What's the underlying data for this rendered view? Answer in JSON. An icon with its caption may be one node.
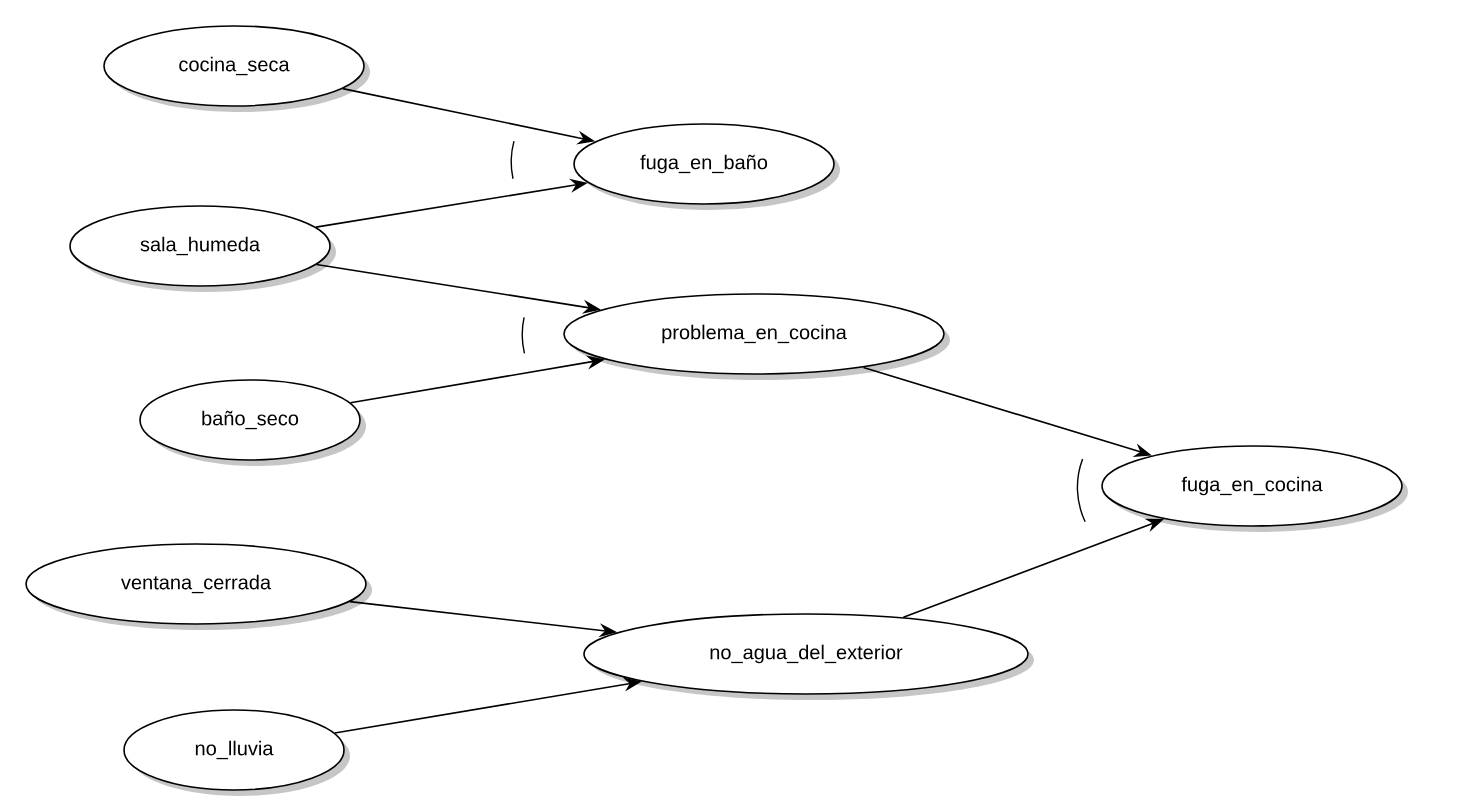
{
  "diagram": {
    "nodes": [
      {
        "text": [
          "cocina_seca"
        ]
      },
      {
        "text": [
          "sala_humeda"
        ]
      },
      {
        "text": [
          "baño_seco"
        ]
      },
      {
        "text": [
          "ventana_cerrada"
        ]
      },
      {
        "text": [
          "no_lluvia"
        ]
      },
      {
        "text": [
          "fuga_en_baño"
        ]
      },
      {
        "text": [
          "problema_en_cocina"
        ]
      },
      {
        "text": [
          "no_agua_del_exterior"
        ]
      },
      {
        "text": [
          "fuga_en_cocina"
        ]
      }
    ],
    "edges": [
      {
        "from": 0,
        "to": 5,
        "arrow": "to"
      },
      {
        "from": 1,
        "to": 5,
        "arrow": "to"
      },
      {
        "from": 1,
        "to": 6,
        "arrow": "to"
      },
      {
        "from": 2,
        "to": 6,
        "arrow": "to"
      },
      {
        "from": 3,
        "to": 7,
        "arrow": "to"
      },
      {
        "from": 4,
        "to": 7,
        "arrow": "to"
      },
      {
        "from": 6,
        "to": 8,
        "arrow": "to"
      },
      {
        "from": 7,
        "to": 8,
        "arrow": "to"
      }
    ]
  }
}
